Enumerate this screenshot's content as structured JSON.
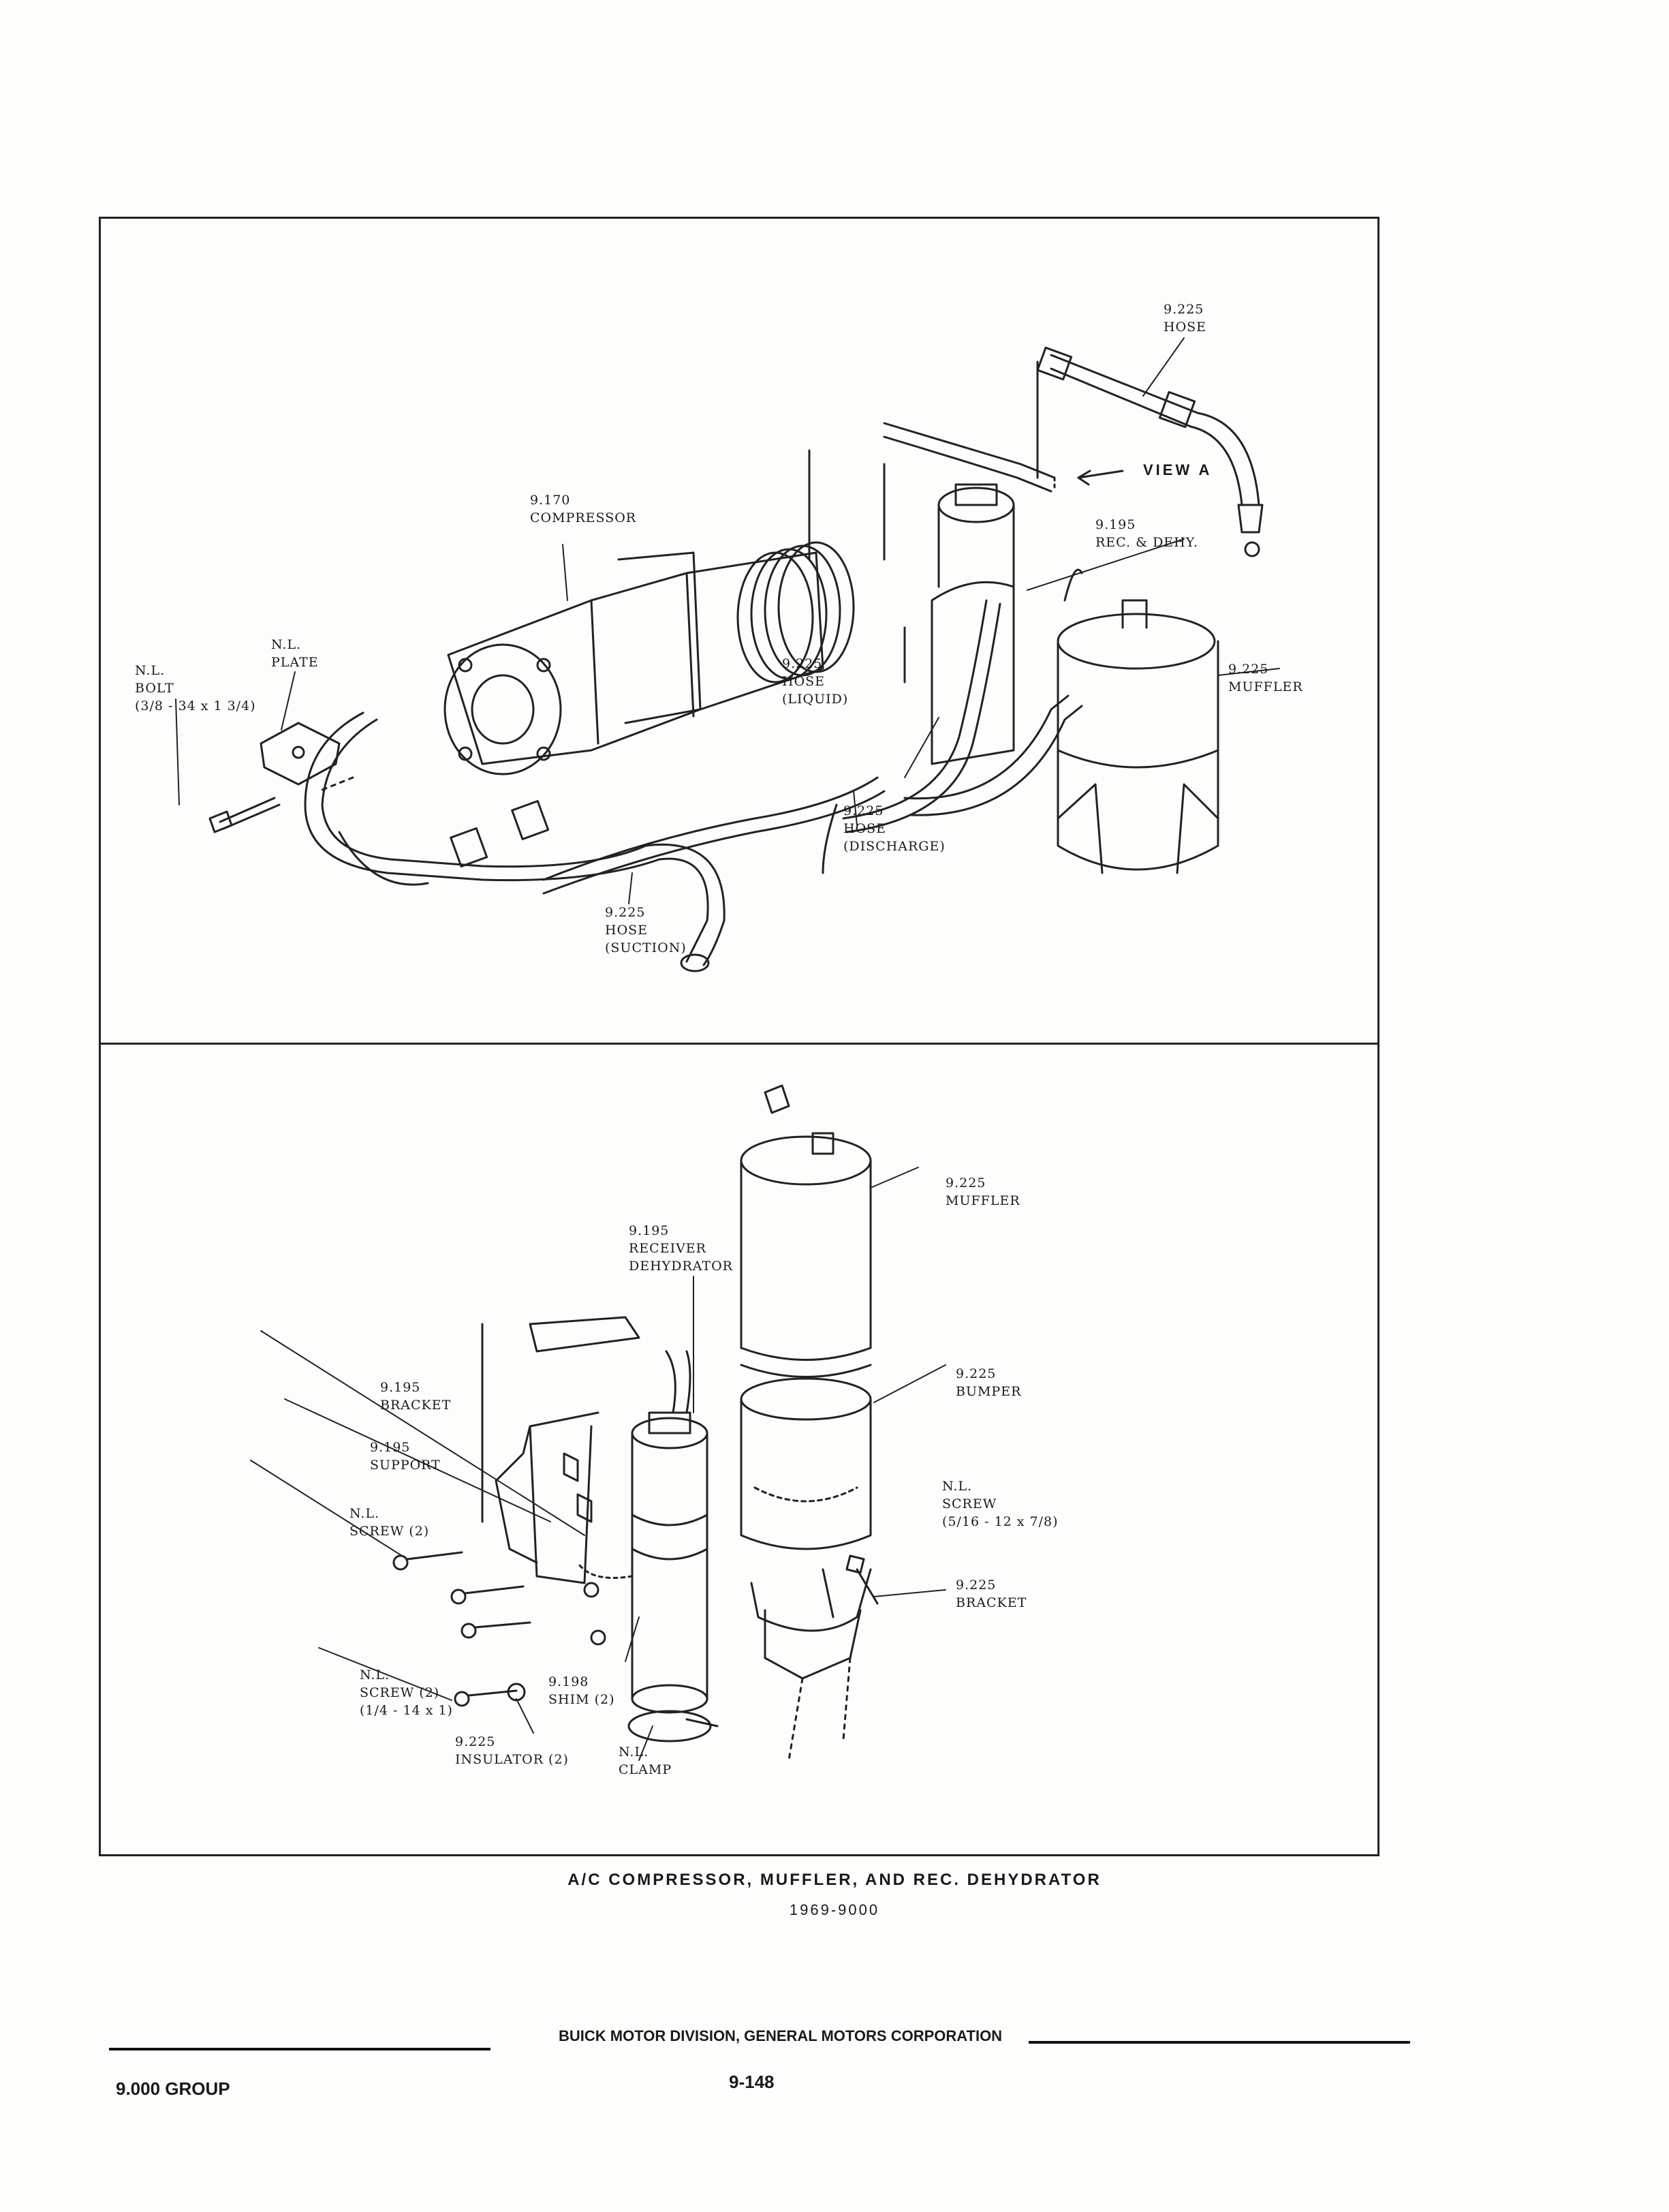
{
  "top_labels": {
    "hose_top": [
      "9.225",
      "HOSE"
    ],
    "view_a": "VIEW A",
    "compressor": [
      "9.170",
      "COMPRESSOR"
    ],
    "rec_dehy": [
      "9.195",
      "REC. & DEHY."
    ],
    "nl_plate": [
      "N.L.",
      "PLATE"
    ],
    "nl_bolt": [
      "N.L.",
      "BOLT",
      "(3/8 - 34 x 1 3/4)"
    ],
    "hose_liquid": [
      "9.225",
      "HOSE",
      "(LIQUID)"
    ],
    "muffler": [
      "9.225",
      "MUFFLER"
    ],
    "hose_discharge": [
      "9.225",
      "HOSE",
      "(DISCHARGE)"
    ],
    "hose_suction": [
      "9.225",
      "HOSE",
      "(SUCTION)"
    ]
  },
  "bottom_labels": {
    "muffler": [
      "9.225",
      "MUFFLER"
    ],
    "receiver": [
      "9.195",
      "RECEIVER",
      "DEHYDRATOR"
    ],
    "bumper": [
      "9.225",
      "BUMPER"
    ],
    "bracket_195": [
      "9.195",
      "BRACKET"
    ],
    "support": [
      "9.195",
      "SUPPORT"
    ],
    "nl_screw_right": [
      "N.L.",
      "SCREW",
      "(5/16 - 12 x 7/8)"
    ],
    "nl_screw_left": [
      "N.L.",
      "SCREW (2)"
    ],
    "bracket_225": [
      "9.225",
      "BRACKET"
    ],
    "nl_screw_bottom": [
      "N.L.",
      "SCREW (2)",
      "(1/4 - 14 x 1)"
    ],
    "shim": [
      "9.198",
      "SHIM (2)"
    ],
    "insulator": [
      "9.225",
      "INSULATOR (2)"
    ],
    "clamp": [
      "N.L.",
      "CLAMP"
    ]
  },
  "caption": {
    "title": "A/C COMPRESSOR, MUFFLER, AND REC. DEHYDRATOR",
    "subtitle": "1969-9000"
  },
  "footer": {
    "division": "BUICK MOTOR DIVISION, GENERAL MOTORS CORPORATION",
    "page": "9-148",
    "group": "9.000 GROUP"
  }
}
